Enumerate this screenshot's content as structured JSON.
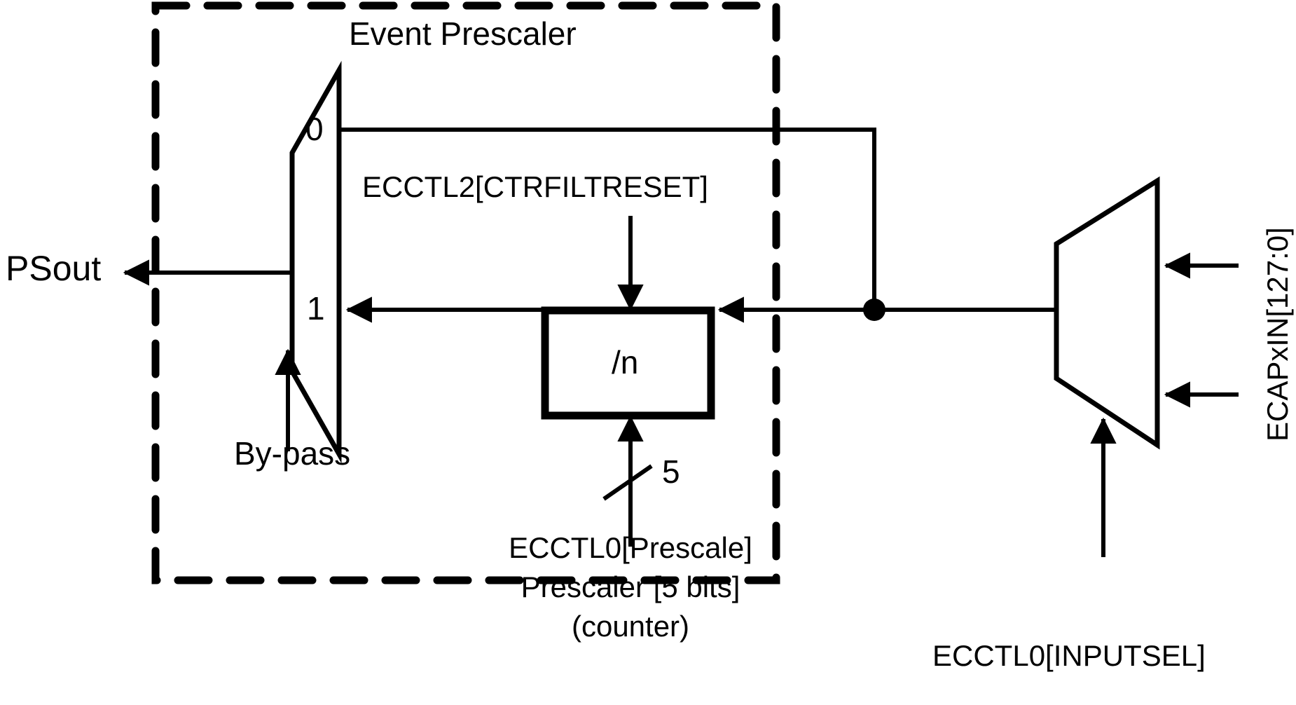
{
  "diagram": {
    "title": "Event Prescaler",
    "container_label": "Event Prescaler",
    "mux_left": {
      "input_0_label": "0",
      "input_1_label": "1",
      "select_label": "By-pass",
      "output_label": "PSout"
    },
    "divider_block": {
      "label": "/n",
      "reset_input_label": "ECCTL2[CTRFILTRESET]",
      "bus_width_label": "5",
      "control_line_1": "ECCTL0[Prescale]",
      "control_line_2": "Prescaler [5 bits]",
      "control_line_3": "(counter)"
    },
    "mux_right": {
      "input_bus_label": "ECAPxIN[127:0]",
      "select_label": "ECCTL0[INPUTSEL]"
    },
    "colors": {
      "stroke": "#000000",
      "background": "#ffffff"
    }
  }
}
